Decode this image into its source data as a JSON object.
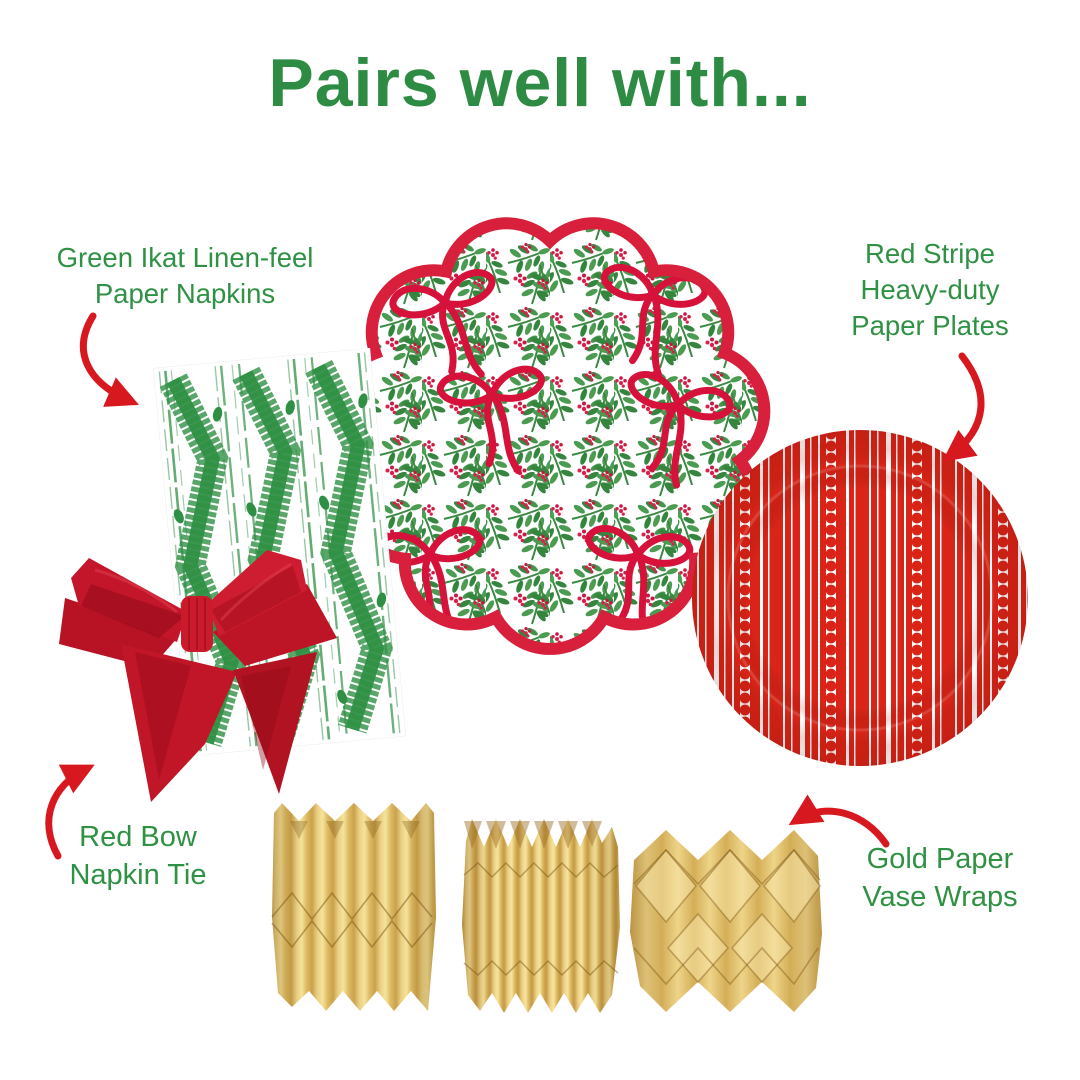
{
  "title": "Pairs well with...",
  "labels": [
    {
      "id": "green-ikat-napkins",
      "lines": [
        "Green Ikat Linen-feel",
        "Paper Napkins"
      ]
    },
    {
      "id": "red-stripe-plates",
      "lines": [
        "Red Stripe",
        "Heavy-duty",
        "Paper Plates"
      ]
    },
    {
      "id": "red-bow-napkin-tie",
      "lines": [
        "Red Bow",
        "Napkin Tie"
      ]
    },
    {
      "id": "gold-vase-wraps",
      "lines": [
        "Gold Paper",
        "Vase Wraps"
      ]
    }
  ],
  "products": [
    {
      "image": "scalloped-bow-berry-paper-plate"
    },
    {
      "image": "green-ikat-paper-napkin"
    },
    {
      "image": "red-stripe-paper-plate"
    },
    {
      "image": "red-velvet-bow-napkin-tie"
    },
    {
      "image": "gold-pleated-paper-vase-wraps",
      "count": 3
    }
  ],
  "icons": {
    "arrow": "curved-red-arrow-icon"
  },
  "colors": {
    "title_green": "#2e8b44",
    "label_green": "#2f9144",
    "arrow_red": "#d7191f",
    "plate_rim_red": "#d81f3c",
    "pattern_bow_red": "#d6123b",
    "foliage_green": "#4c9b53",
    "stripe_plate_red": "#da2418",
    "velvet_bow_red": "#c3162a",
    "gold": "#e9cf82",
    "background": "#ffffff"
  }
}
